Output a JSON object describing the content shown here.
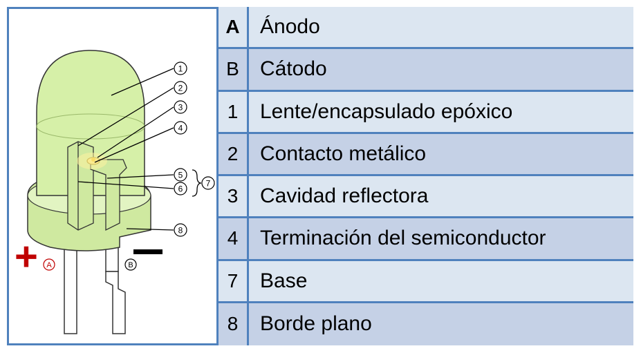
{
  "diagram": {
    "plus_sign": "+",
    "minus_sign": "—",
    "anode_marker": "A",
    "cathode_marker": "B",
    "callouts": [
      "1",
      "2",
      "3",
      "4",
      "5",
      "6",
      "7",
      "8"
    ]
  },
  "legend": {
    "rows": [
      {
        "key": "A",
        "label": "Ánodo",
        "bold": true,
        "shade": "light"
      },
      {
        "key": "B",
        "label": "Cátodo",
        "bold": false,
        "shade": "dark"
      },
      {
        "key": "1",
        "label": "Lente/encapsulado epóxico",
        "bold": false,
        "shade": "light"
      },
      {
        "key": "2",
        "label": "Contacto metálico",
        "bold": false,
        "shade": "dark"
      },
      {
        "key": "3",
        "label": "Cavidad reflectora",
        "bold": false,
        "shade": "light"
      },
      {
        "key": "4",
        "label": "Terminación del semiconductor",
        "bold": false,
        "shade": "dark"
      },
      {
        "key": "7",
        "label": "Base",
        "bold": false,
        "shade": "light"
      },
      {
        "key": "8",
        "label": "Borde plano",
        "bold": false,
        "shade": "dark"
      }
    ]
  },
  "colors": {
    "border": "#4f81bd",
    "row_light": "#dce6f1",
    "row_dark": "#c5d1e6",
    "led_fill": "#d6f0a8",
    "plus": "#c00000",
    "minus": "#000000"
  }
}
